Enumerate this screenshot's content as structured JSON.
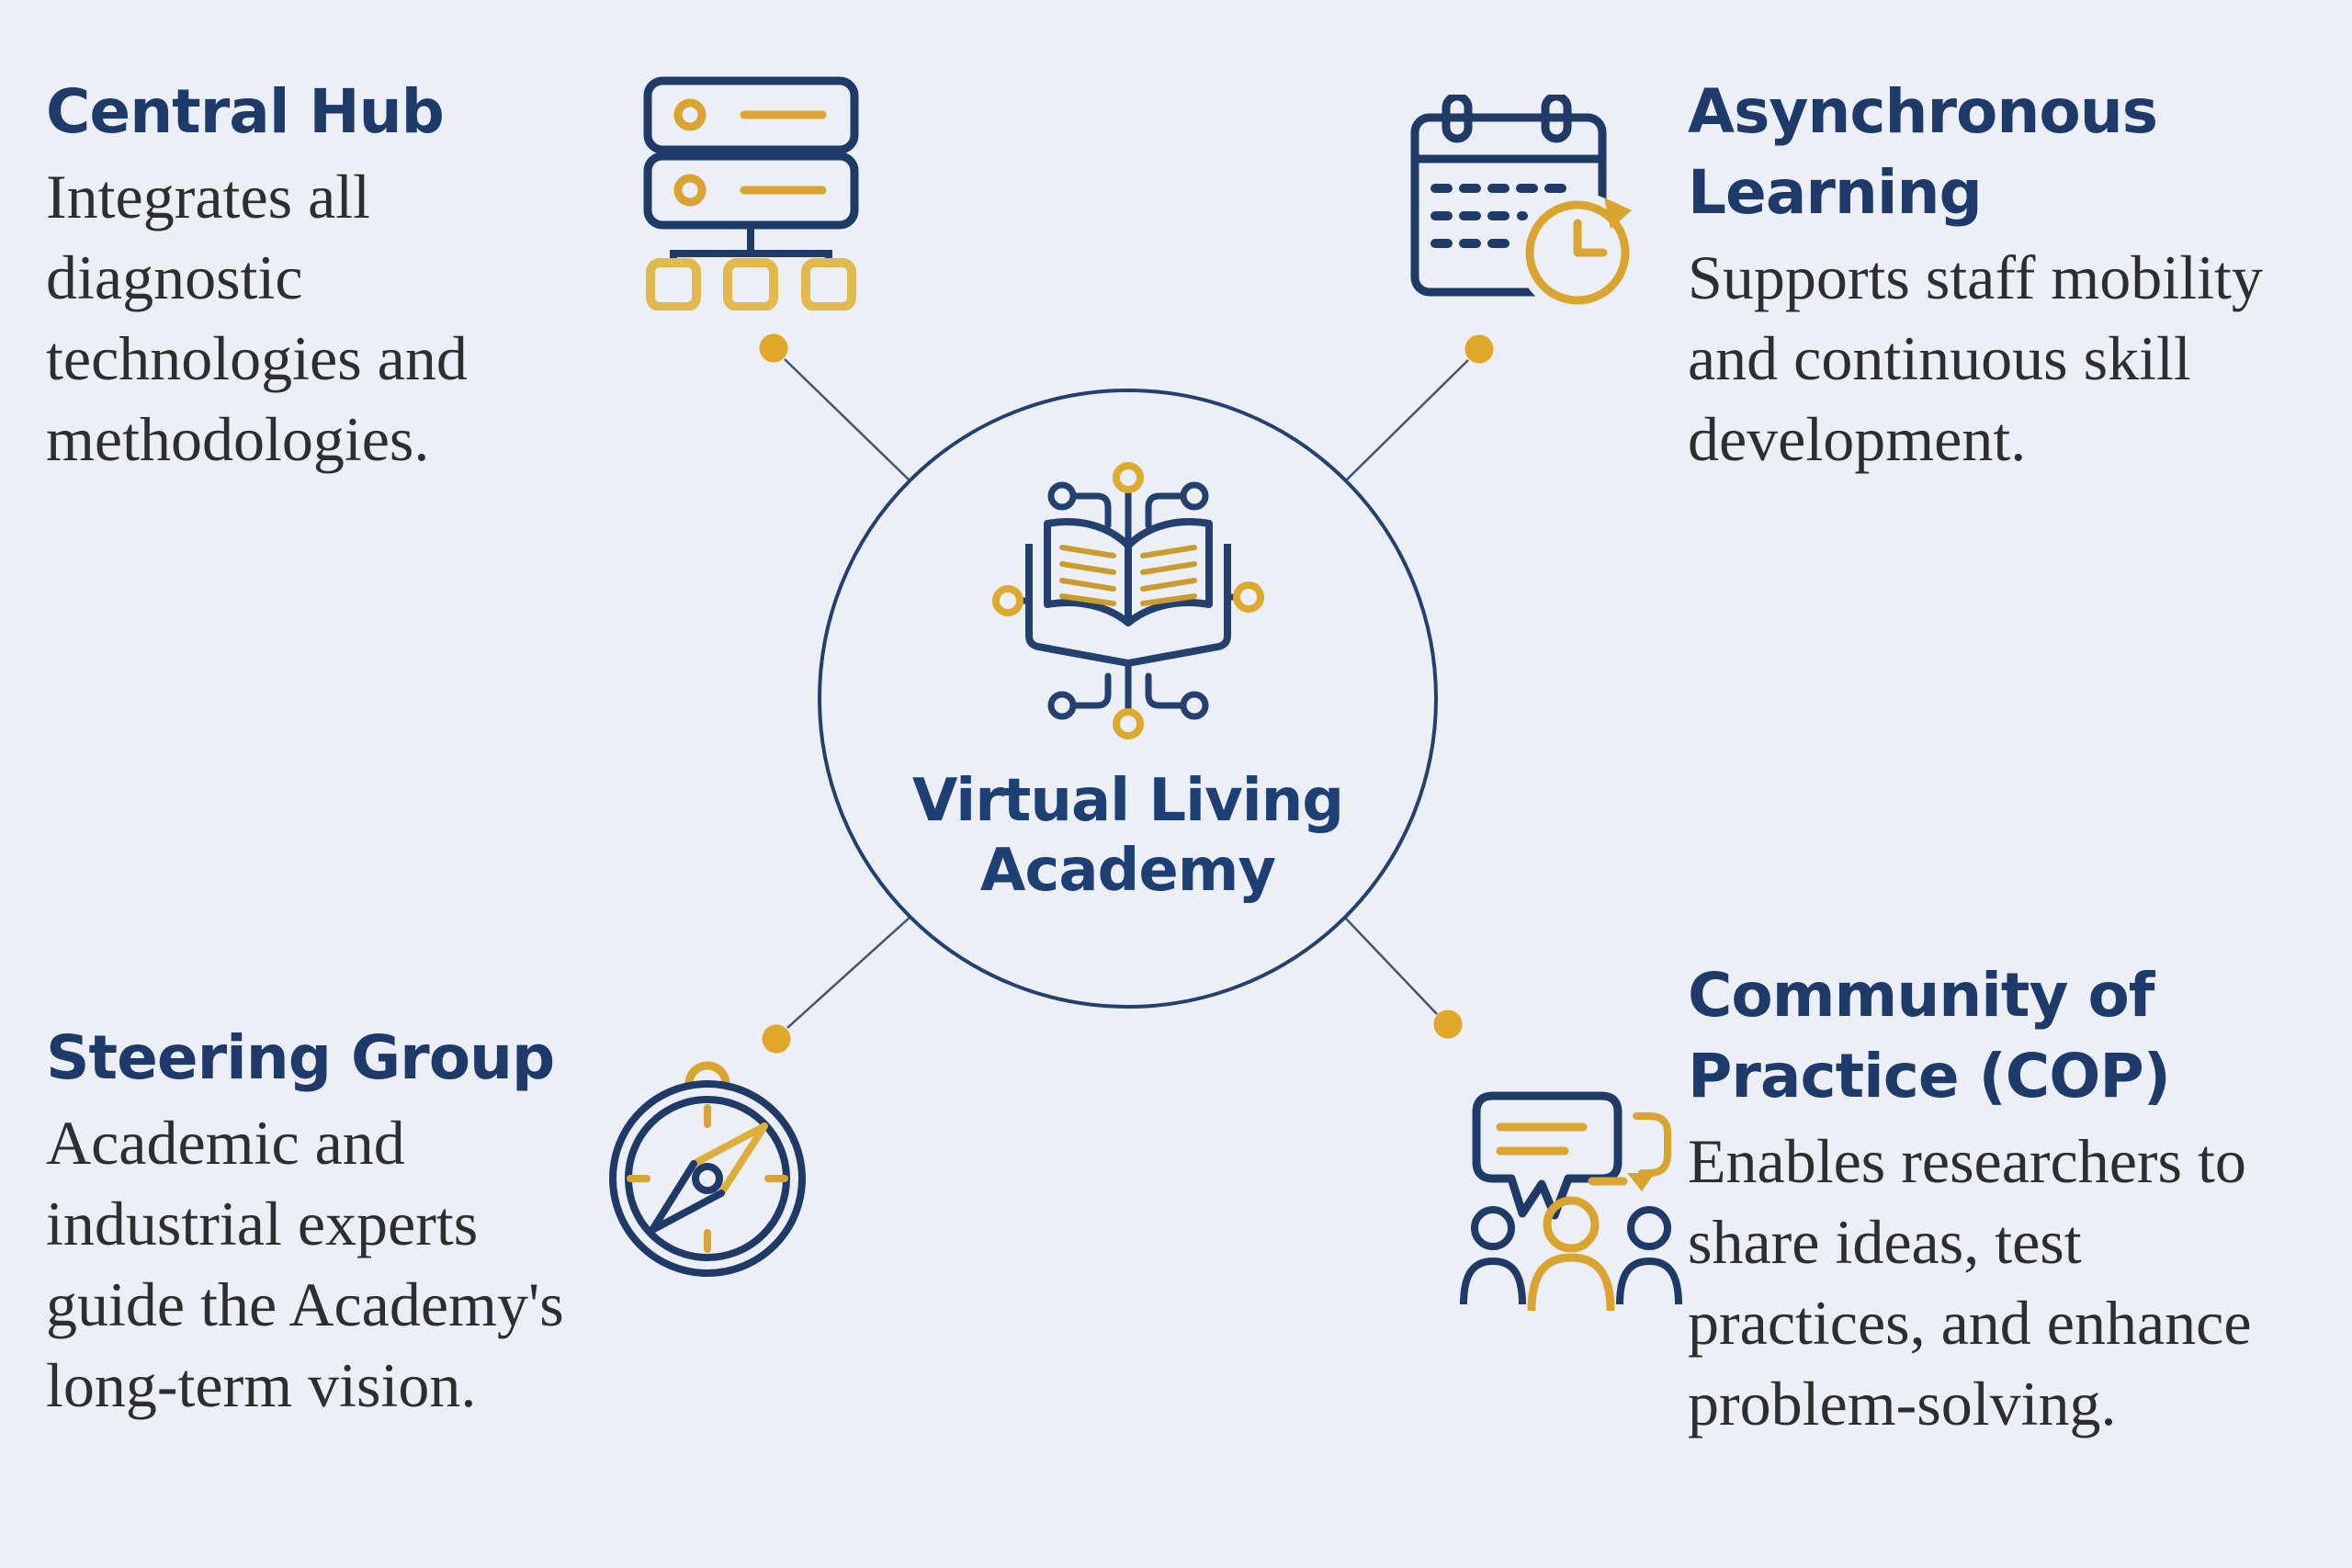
{
  "diagram": {
    "type": "hub-and-spoke infographic",
    "center": {
      "title": [
        "Virtual Living",
        "Academy"
      ],
      "icon": "book-circuit-icon"
    },
    "nodes": [
      {
        "id": "central-hub",
        "position": "top-left",
        "icon": "server-network-icon",
        "title": [
          "Central Hub"
        ],
        "body": [
          "Integrates all",
          "diagnostic",
          "technologies and",
          "methodologies."
        ]
      },
      {
        "id": "asynchronous-learning",
        "position": "top-right",
        "icon": "calendar-clock-icon",
        "title": [
          "Asynchronous",
          "Learning"
        ],
        "body": [
          "Supports staff mobility",
          "and continuous skill",
          "development."
        ]
      },
      {
        "id": "steering-group",
        "position": "bottom-left",
        "icon": "compass-icon",
        "title": [
          "Steering Group"
        ],
        "body": [
          "Academic and",
          "industrial experts",
          "guide the Academy's",
          "long-term vision."
        ]
      },
      {
        "id": "community-of-practice",
        "position": "bottom-right",
        "icon": "community-chat-icon",
        "title": [
          "Community of",
          "Practice (COP)"
        ],
        "body": [
          "Enables researchers to",
          "share ideas, test",
          "practices, and enhance",
          "problem-solving."
        ]
      }
    ],
    "colors": {
      "background": "#ecf0f6",
      "navy": "#1f3a66",
      "heading_navy": "#1d3a6b",
      "gold": "#d9a430",
      "gold_light": "#e2b94c",
      "connector_line": "#44536d",
      "connector_dot": "#e1a72a",
      "body_text": "#2d2e30"
    }
  }
}
